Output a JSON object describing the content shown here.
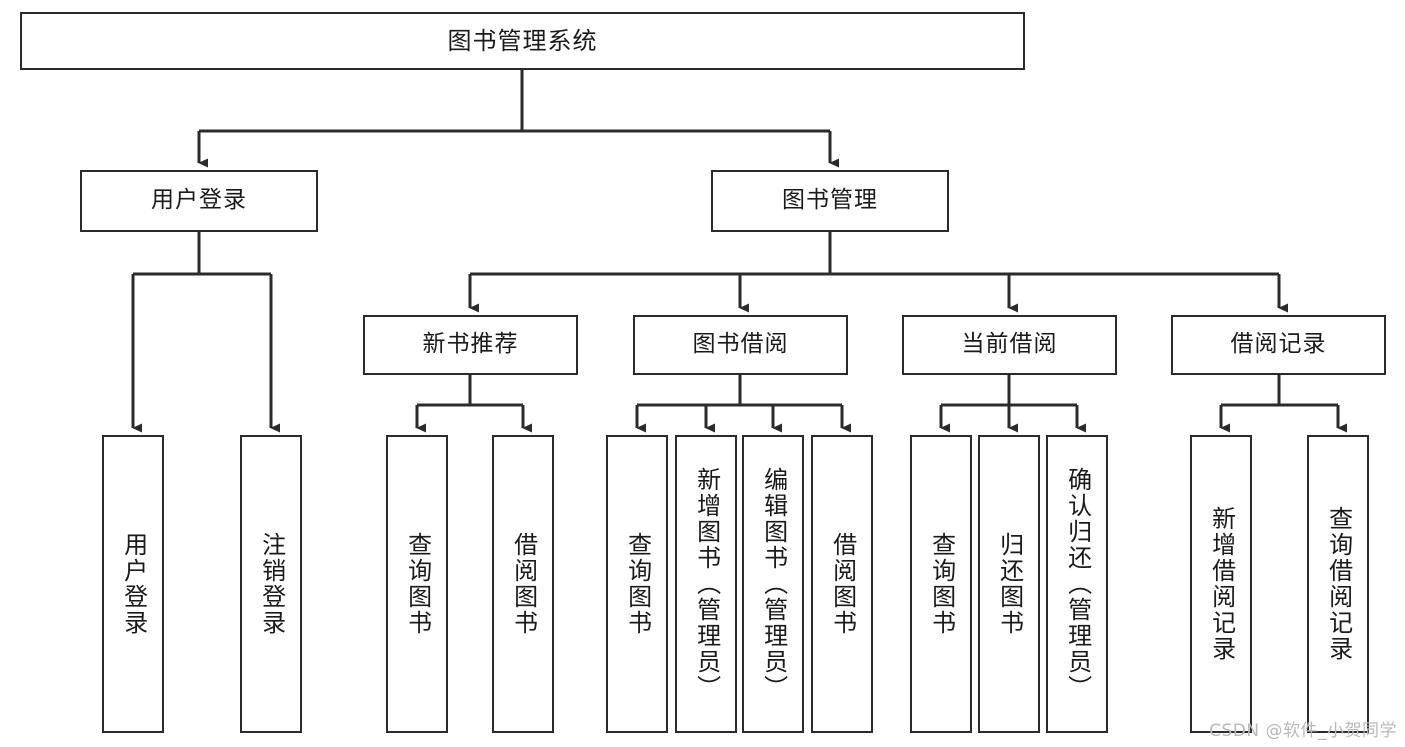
{
  "diagram": {
    "title": "图书管理系统",
    "watermark": "CSDN @软件_小贺同学",
    "colors": {
      "box_border": "#2b2b2b",
      "box_fill": "#ffffff",
      "edge": "#2b2b2b",
      "text": "#1a1a1a",
      "watermark": "#b9b9b9",
      "background": "#ffffff"
    },
    "levels": {
      "root": "图书管理系统",
      "level2": [
        "用户登录",
        "图书管理"
      ],
      "level3": [
        "新书推荐",
        "图书借阅",
        "当前借阅",
        "借阅记录"
      ]
    },
    "nodes": {
      "root": {
        "label": "图书管理系统"
      },
      "user_login": {
        "label": "用户登录"
      },
      "book_manage": {
        "label": "图书管理"
      },
      "new_book_rec": {
        "label": "新书推荐"
      },
      "book_borrow": {
        "label": "图书借阅"
      },
      "current_borrow": {
        "label": "当前借阅"
      },
      "borrow_record": {
        "label": "借阅记录"
      },
      "leaf_user_login": {
        "label": "用户登录"
      },
      "leaf_logout": {
        "label": "注销登录"
      },
      "leaf_query_book_1": {
        "label": "查询图书"
      },
      "leaf_borrow_book_1": {
        "label": "借阅图书"
      },
      "leaf_query_book_2": {
        "label": "查询图书"
      },
      "leaf_add_book": {
        "label": "新增图书（管理员）"
      },
      "leaf_edit_book": {
        "label": "编辑图书（管理员）"
      },
      "leaf_borrow_book_2": {
        "label": "借阅图书"
      },
      "leaf_query_book_3": {
        "label": "查询图书"
      },
      "leaf_return_book": {
        "label": "归还图书"
      },
      "leaf_confirm_return": {
        "label": "确认归还（管理员）"
      },
      "leaf_add_record": {
        "label": "新增借阅记录"
      },
      "leaf_query_record": {
        "label": "查询借阅记录"
      }
    }
  }
}
